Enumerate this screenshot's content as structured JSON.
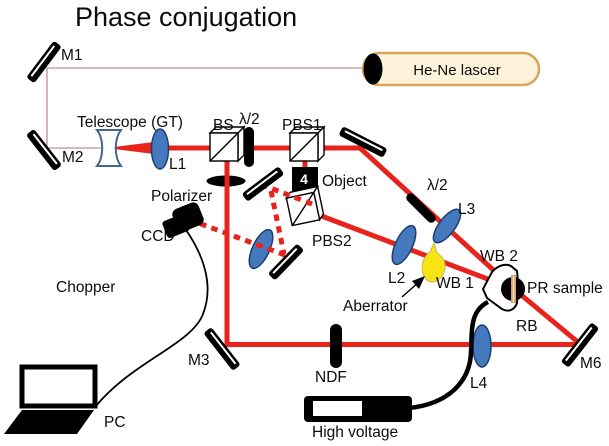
{
  "title": "Phase conjugation",
  "labels": {
    "m1": "M1",
    "m2": "M2",
    "m3": "M3",
    "m6": "M6",
    "telescope": "Telescope (GT)",
    "l1": "L1",
    "l2": "L2",
    "l3": "L3",
    "l4": "L4",
    "bs": "BS",
    "hwp1": "λ/2",
    "hwp2": "λ/2",
    "pbs1": "PBS1",
    "pbs2": "PBS2",
    "laser": "He-Ne lascer",
    "object": "Object",
    "object_digit": "4",
    "polarizer": "Polarizer",
    "ccd": "CCD",
    "chopper": "Chopper",
    "wb1": "WB 1",
    "wb2": "WB 2",
    "aberrator": "Aberrator",
    "pr_sample": "PR sample",
    "rb": "RB",
    "ndf": "NDF",
    "high_voltage": "High voltage",
    "pc": "PC"
  },
  "colors": {
    "beam": "#e8231c",
    "alignment_line": "#c09090",
    "lens_fill": "#4579bd",
    "lens_stroke": "#1c3f6e",
    "laser_fill": "#fcf3da",
    "laser_stroke": "#d8a55c",
    "aberrator_fill": "#f6e413",
    "pr_stripe": "#d8a05f"
  }
}
